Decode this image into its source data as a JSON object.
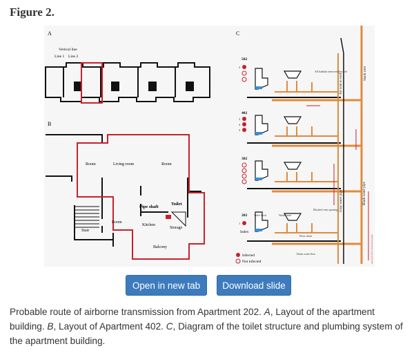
{
  "figure": {
    "title": "Figure 2.",
    "panels": {
      "a": "A",
      "b": "B",
      "c": "C"
    },
    "panel_a": {
      "vertical_line": "Vertical line",
      "line1": "Line 1",
      "line2": "Line 2"
    },
    "panel_b": {
      "rooms": [
        "Room",
        "Living room",
        "Room",
        "Pipe shaft",
        "Toilet",
        "Room",
        "Kitchen",
        "Storage",
        "Stair",
        "Balcony"
      ]
    },
    "panel_c": {
      "floors": [
        "502",
        "402",
        "302",
        "202"
      ],
      "index_label": "Index",
      "case_numbers": [
        "2",
        "3",
        "4",
        "5",
        "1"
      ],
      "labels": {
        "air_vent_to_roof": "Air vent to roof",
        "stack_vent": "Stack vent",
        "all_bathtub": "All bathtub removed blocked",
        "blocked_vent": "Blocked vent opening",
        "toilet_bowl": "Toilet bowl",
        "wash_basin": "Wash basin",
        "floor_drain": "Floor drain",
        "drain_water_flow": "Drain water flow",
        "gray_water_pipe": "Gray water pipe",
        "black_water_pipe": "Black water pipe",
        "aerosols": "Aerosols flow from drain pipe"
      },
      "legend": {
        "infected": "Infected",
        "not_infected": "Not infected"
      }
    }
  },
  "buttons": {
    "open_new_tab": "Open in new tab",
    "download_slide": "Download slide"
  },
  "caption": {
    "p1": "Probable route of airborne transmission from Apartment 202. ",
    "a": "A",
    "p2": ", Layout of the apartment building. ",
    "b": "B",
    "p3": ", Layout of Apartment 402. ",
    "c": "C",
    "p4": ", Diagram of the toilet structure and plumbing system of the apartment building."
  },
  "colors": {
    "red": "#c8202a",
    "orange": "#e28a3a",
    "blue": "#2e6fb5",
    "button": "#3d7bbd"
  }
}
